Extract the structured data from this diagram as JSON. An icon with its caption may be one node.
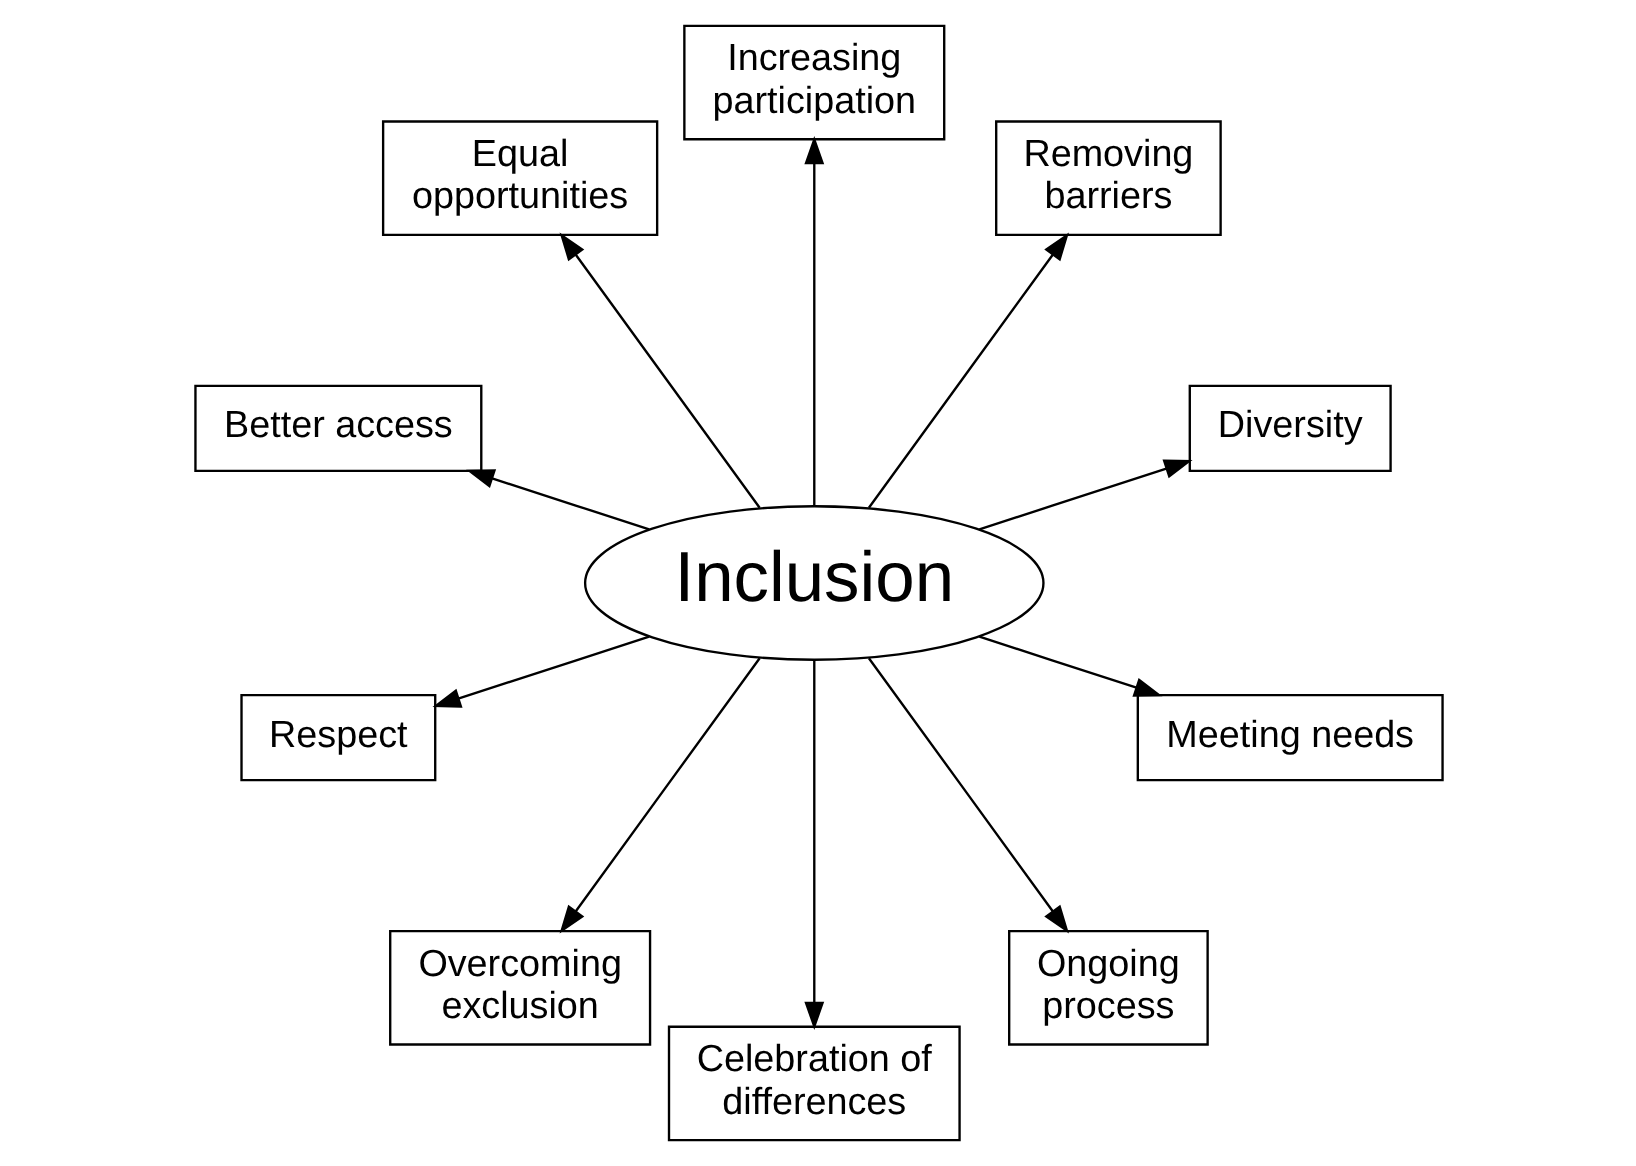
{
  "diagram": {
    "nodes": [
      {
        "text": [
          "Inclusion"
        ]
      },
      {
        "text": [
          "Diversity"
        ]
      },
      {
        "text": [
          "Removing barriers"
        ]
      },
      {
        "text": [
          "Increasing participation"
        ]
      },
      {
        "text": [
          "Equal opportunities"
        ]
      },
      {
        "text": [
          "Better access"
        ]
      },
      {
        "text": [
          "Respect"
        ]
      },
      {
        "text": [
          "Overcoming exclusion"
        ]
      },
      {
        "text": [
          "Celebration of differences"
        ]
      },
      {
        "text": [
          "Ongoing process"
        ]
      },
      {
        "text": [
          "Meeting needs"
        ]
      }
    ],
    "edges": [
      {
        "from": 0,
        "to": 1,
        "arrow": "to"
      },
      {
        "from": 0,
        "to": 2,
        "arrow": "to"
      },
      {
        "from": 0,
        "to": 3,
        "arrow": "to"
      },
      {
        "from": 0,
        "to": 4,
        "arrow": "to"
      },
      {
        "from": 0,
        "to": 5,
        "arrow": "to"
      },
      {
        "from": 0,
        "to": 6,
        "arrow": "to"
      },
      {
        "from": 0,
        "to": 7,
        "arrow": "to"
      },
      {
        "from": 0,
        "to": 8,
        "arrow": "to"
      },
      {
        "from": 0,
        "to": 9,
        "arrow": "to"
      },
      {
        "from": 0,
        "to": 10,
        "arrow": "to"
      }
    ]
  }
}
